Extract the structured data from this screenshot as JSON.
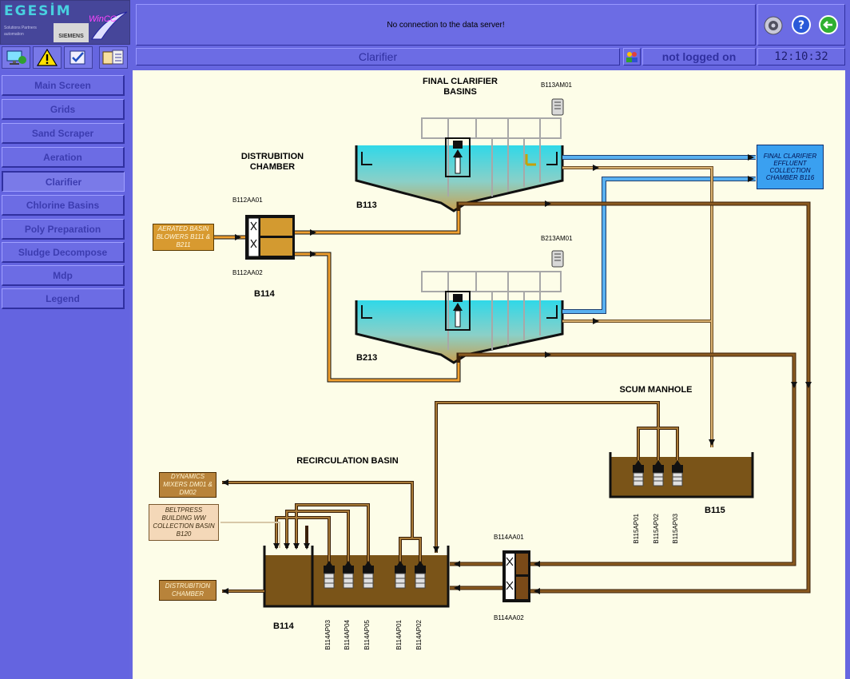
{
  "logo": {
    "brand": "EGESİM",
    "tagline": "Solutions Partners automation",
    "partner": "SIEMENS",
    "product": "WinCC"
  },
  "toolbar": {
    "icons": [
      "network-icon",
      "warning-icon",
      "checklist-icon",
      "reports-icon"
    ]
  },
  "header": {
    "message": "No connection to the data server!",
    "screen_title": "Clarifier",
    "login_status": "not logged on",
    "clock": "12:10:32"
  },
  "sidebar": {
    "items": [
      {
        "label": "Main Screen"
      },
      {
        "label": "Grids"
      },
      {
        "label": "Sand Scraper"
      },
      {
        "label": "Aeration"
      },
      {
        "label": "Clarifier",
        "active": true
      },
      {
        "label": "Chlorine Basins"
      },
      {
        "label": "Poly Preparation"
      },
      {
        "label": "Sludge Decompose"
      },
      {
        "label": "Mdp"
      },
      {
        "label": "Legend"
      }
    ]
  },
  "diagram": {
    "final_clarifier_title": "FINAL CLARIFIER BASINS",
    "distribution_chamber_title": "DISTRUBITION CHAMBER",
    "scum_manhole_title": "SCUM MANHOLE",
    "recirculation_basin_title": "RECIRCULATION BASIN",
    "b113": "B113",
    "b213": "B213",
    "b114_top": "B114",
    "b114_bottom": "B114",
    "b115": "B115",
    "motor_b113": "B113AM01",
    "motor_b213": "B213AM01",
    "valve_b112aa01": "B112AA01",
    "valve_b112aa02": "B112AA02",
    "valve_b114aa01": "B114AA01",
    "valve_b114aa02": "B114AA02",
    "aerated_blowers": "AERATED BASIN BLOWERS B111 & B211",
    "effluent_chamber": "FINAL CLARIFIER EFFLUENT COLLECTION CHAMBER B116",
    "dynamics_mixers": "DYNAMICS MIXERS DM01 & DM02",
    "beltpress": "BELTPRESS BUILDING WW COLLECTION BASIN B120",
    "distribution_chamber_box": "DISTRUBITION CHAMBER",
    "pumps_b115": [
      "B115AP01",
      "B115AP02",
      "B115AP03"
    ],
    "pumps_b114": [
      "B114AP03",
      "B114AP04",
      "B114AP05",
      "B114AP01",
      "B114AP02"
    ]
  },
  "colors": {
    "background": "#6666e0",
    "canvas": "#fdfde8",
    "orange_pipe": "#e09a30",
    "brown_pipe": "#7a4a18",
    "tan_pipe": "#c8a060",
    "blue_pipe": "#4aa0e8",
    "water_top": "#30d8e8"
  }
}
